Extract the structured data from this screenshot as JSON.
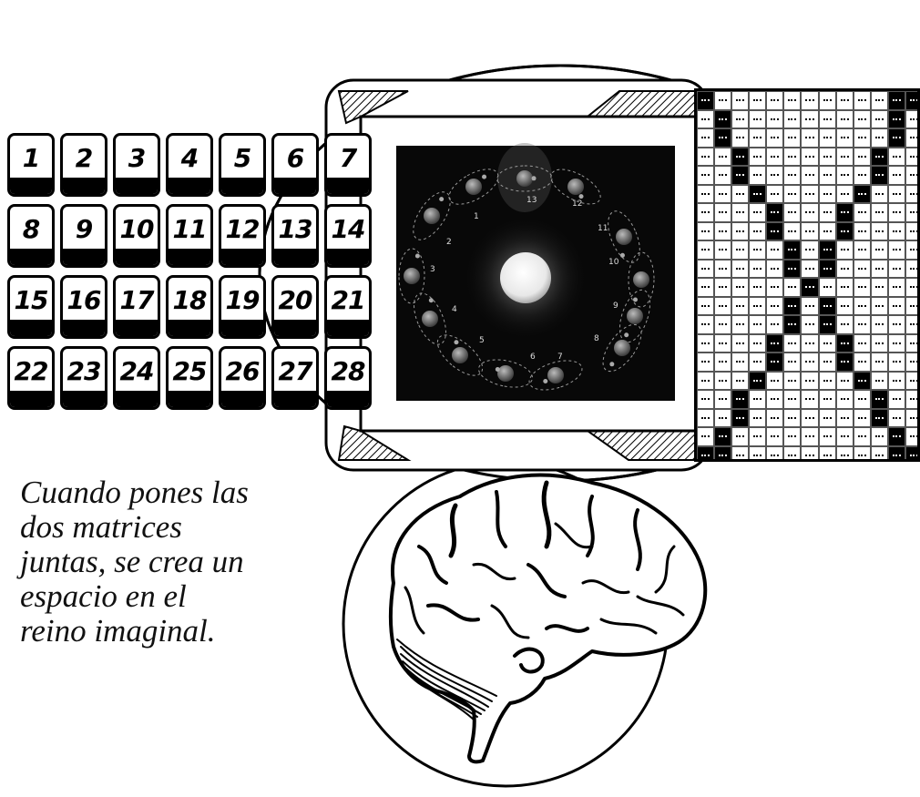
{
  "caption": {
    "lines": [
      "Cuando pones las",
      "dos matrices",
      "juntas, se crea un",
      "espacio en el",
      "reino imaginal."
    ]
  },
  "calendar": {
    "days": [
      "1",
      "2",
      "3",
      "4",
      "5",
      "6",
      "7",
      "8",
      "9",
      "10",
      "11",
      "12",
      "13",
      "14",
      "15",
      "16",
      "17",
      "18",
      "19",
      "20",
      "21",
      "22",
      "23",
      "24",
      "25",
      "26",
      "27",
      "28"
    ]
  },
  "moon_diagram": {
    "phase_labels": [
      "1",
      "2",
      "3",
      "4",
      "5",
      "6",
      "7",
      "8",
      "9",
      "10",
      "11",
      "12",
      "13"
    ]
  },
  "colors": {
    "ink": "#000000",
    "paper": "#ffffff",
    "space": "#080808"
  }
}
